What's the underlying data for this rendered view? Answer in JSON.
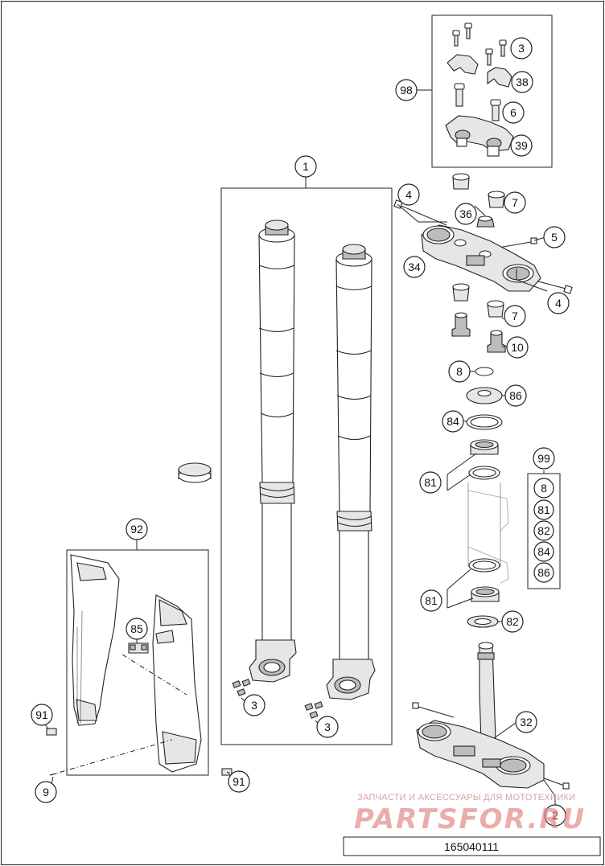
{
  "callouts": {
    "c1": "1",
    "c2": "2",
    "c3a": "3",
    "c3b": "3",
    "c3c": "3",
    "c4a": "4",
    "c4b": "4",
    "c5": "5",
    "c6": "6",
    "c7a": "7",
    "c7b": "7",
    "c8": "8",
    "c9": "9",
    "c10": "10",
    "c32": "32",
    "c34": "34",
    "c36": "36",
    "c38": "38",
    "c39": "39",
    "c81a": "81",
    "c81b": "81",
    "c82": "82",
    "c84": "84",
    "c85": "85",
    "c86": "86",
    "c91a": "91",
    "c91b": "91",
    "c92": "92",
    "c98": "98",
    "c99": "99"
  },
  "kit99_items": [
    "8",
    "81",
    "82",
    "84",
    "86"
  ],
  "watermark": {
    "caption": "ЗАПЧАСТИ И АКСЕССУАРЫ ДЛЯ МОТОТЕХНИКИ",
    "brand": "PARTSFOR.RU"
  },
  "diagram_code": "165040111",
  "colors": {
    "line": "#222222",
    "watermark": "#e07f7f",
    "background": "#ffffff"
  }
}
